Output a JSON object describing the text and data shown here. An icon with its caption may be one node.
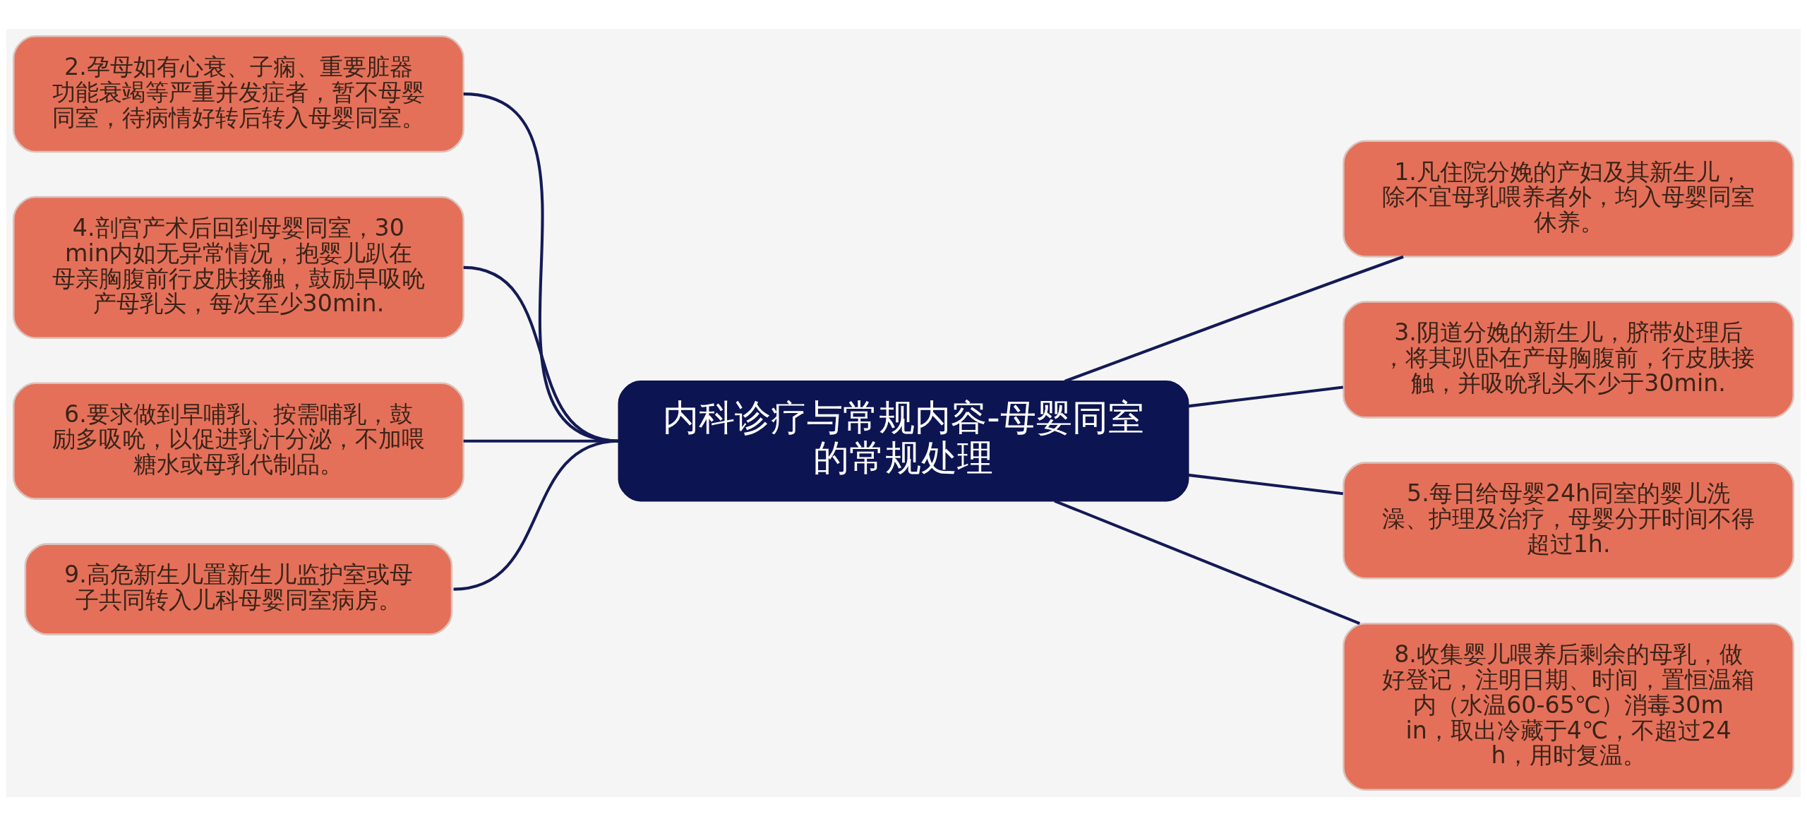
{
  "diagram": {
    "nodes": [
      {
        "text": [
          "内科诊疗与常规内容-母婴同室的常规处理"
        ]
      },
      {
        "text": [
          "1.凡住院分娩的产妇及其新生儿，除不宜母乳喂养者外，均入母婴同室休养。"
        ]
      },
      {
        "text": [
          "2.孕母如有心衰、子痫、重要脏器功能衰竭等严重并发症者，暂不母婴同室，待病情好转后转入母婴同室。"
        ]
      },
      {
        "text": [
          "3.阴道分娩的新生儿，脐带处理后，将其趴卧在产母胸腹前，行皮肤接触，并吸吮乳头不少于30min."
        ]
      },
      {
        "text": [
          "4.剖宫产术后回到母婴同室，30min内如无异常情况，抱婴儿趴在母亲胸腹前行皮肤接触，鼓励早吸吮产母乳头，每次至少30min."
        ]
      },
      {
        "text": [
          "5.每日给母婴24h同室的婴儿洗澡、护理及治疗，母婴分开时间不得超过1h."
        ]
      },
      {
        "text": [
          "6.要求做到早哺乳、按需哺乳，鼓励多吸吮，以促进乳汁分泌，不加喂糖水或母乳代制品。"
        ]
      },
      {
        "text": [
          "8.收集婴儿喂养后剩余的母乳，做好登记，注明日期、时间，置恒温箱内（水温60-65℃）消毒30min，取出冷藏于4℃，不超过24h，用时复温。"
        ]
      },
      {
        "text": [
          "9.高危新生儿置新生儿监护室或母子共同转入儿科母婴同室病房。"
        ]
      }
    ],
    "edges": [
      {
        "from": 0,
        "to": 1,
        "arrow": "none"
      },
      {
        "from": 0,
        "to": 2,
        "arrow": "none"
      },
      {
        "from": 0,
        "to": 3,
        "arrow": "none"
      },
      {
        "from": 0,
        "to": 4,
        "arrow": "none"
      },
      {
        "from": 0,
        "to": 5,
        "arrow": "none"
      },
      {
        "from": 0,
        "to": 6,
        "arrow": "none"
      },
      {
        "from": 0,
        "to": 7,
        "arrow": "none"
      },
      {
        "from": 0,
        "to": 8,
        "arrow": "none"
      }
    ]
  }
}
